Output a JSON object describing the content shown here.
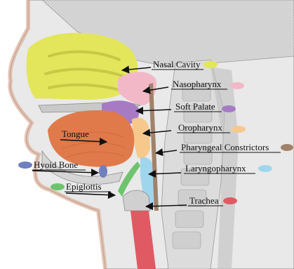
{
  "labels": {
    "nasal_cavity": "Nasal Cavity",
    "nasopharynx": "Nasopharynx",
    "soft_palate": "Soft Palate",
    "oropharynx": "Oropharynx",
    "pharyngeal_constrictors": "Pharyngeal Constrictors",
    "tongue": "Tongue",
    "hyoid_bone": "Hyoid Bone",
    "laryngopharynx": "Laryngopharynx",
    "epiglottis": "Epiglottis",
    "trachea": "Trachea"
  },
  "colors": {
    "nasal_cavity": "#e3e65a",
    "nasopharynx": "#f2b8c8",
    "soft_palate": "#a77bc4",
    "oropharynx": "#f7c88c",
    "pharyngeal_constrictors": "#a0826a",
    "tongue": "#e07a4a",
    "hyoid_bone": "#6f7fbf",
    "laryngopharynx": "#9fd6ee",
    "epiglottis": "#6ec46e",
    "trachea": "#e05a64"
  }
}
